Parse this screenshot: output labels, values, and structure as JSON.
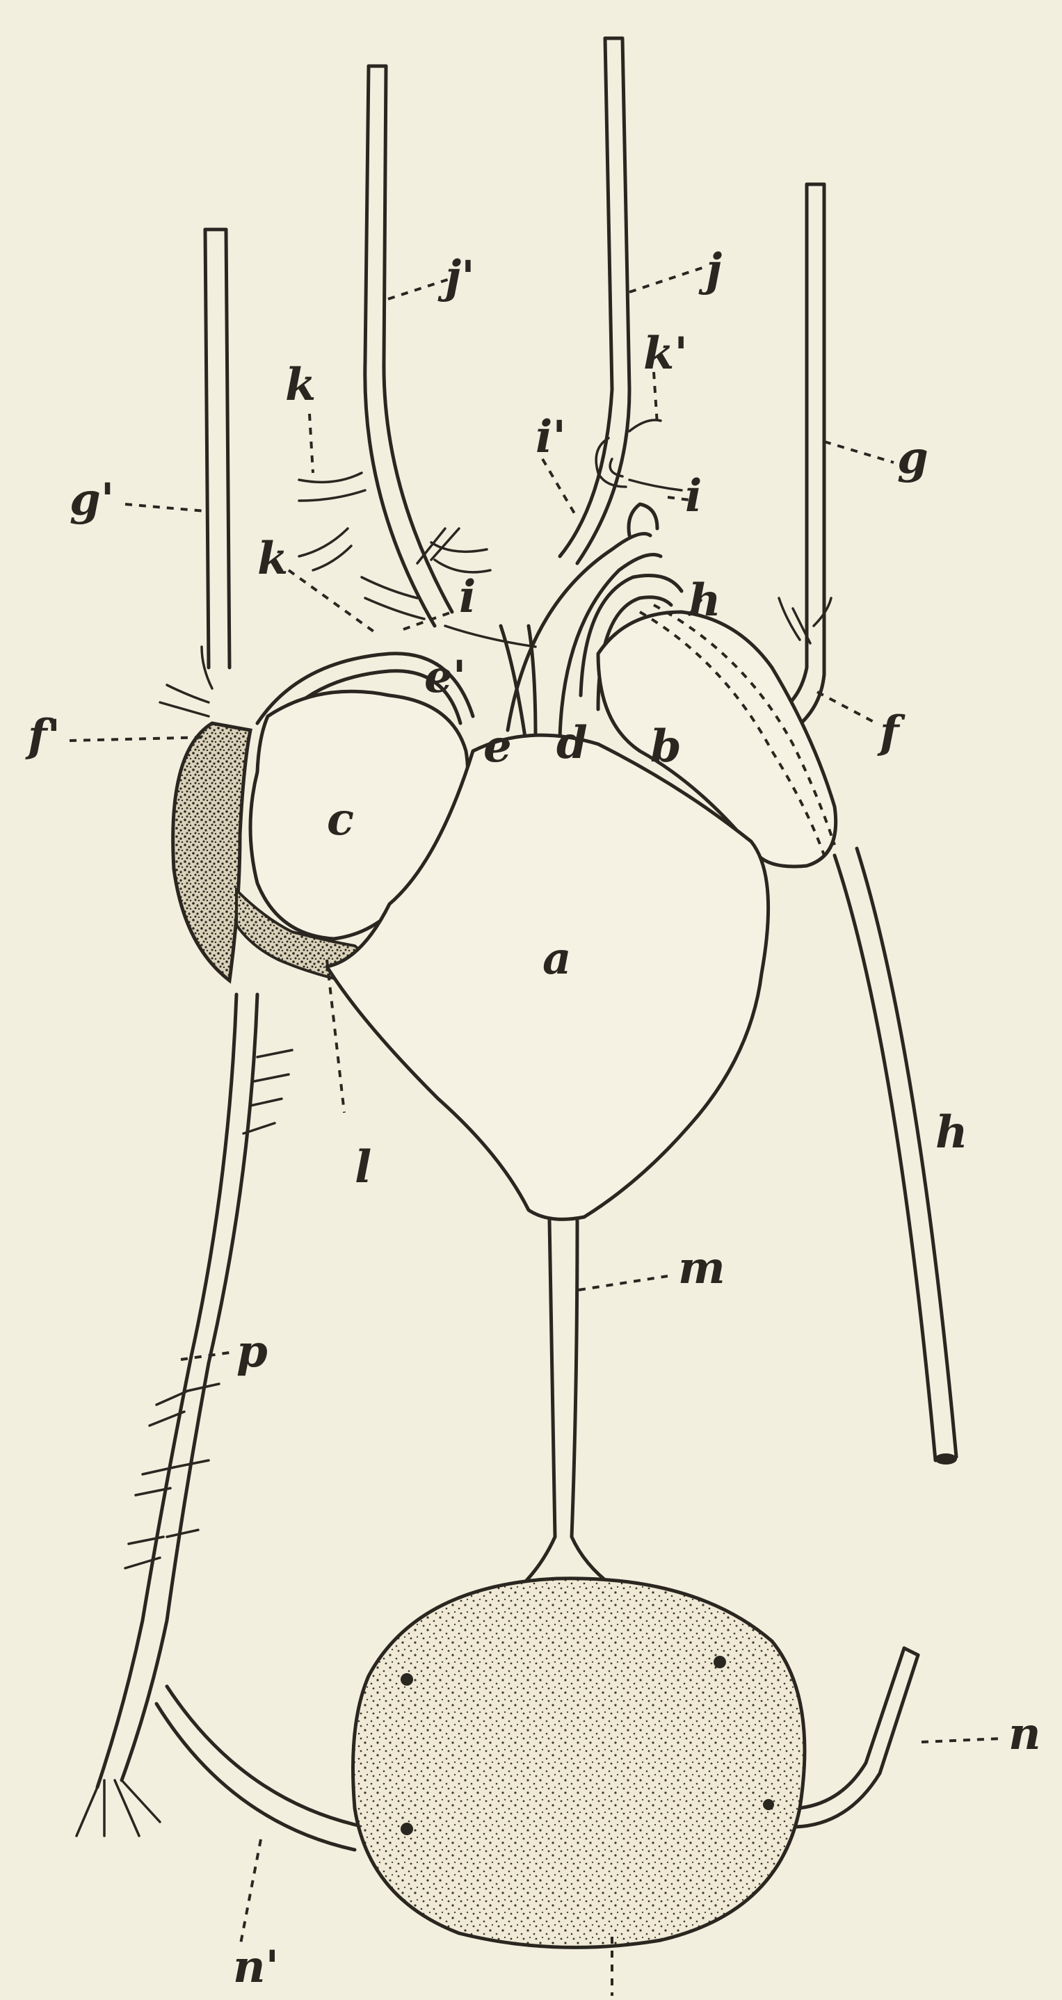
{
  "colors": {
    "paper": "#f3efdf",
    "ink": "#2a2620"
  },
  "labels": {
    "a": "a",
    "b": "b",
    "c": "c",
    "d": "d",
    "e": "e",
    "e_prime": "e'",
    "f": "f",
    "f_prime": "f'",
    "g": "g",
    "g_prime": "g'",
    "h_upper": "h",
    "h_lower": "h",
    "i": "i",
    "i_prime": "i'",
    "j": "j",
    "j_prime": "j'",
    "k": "k",
    "k_prime": "k'",
    "k_second": "k",
    "l": "l",
    "m": "m",
    "n": "n",
    "n_prime": "n'",
    "p": "p"
  }
}
